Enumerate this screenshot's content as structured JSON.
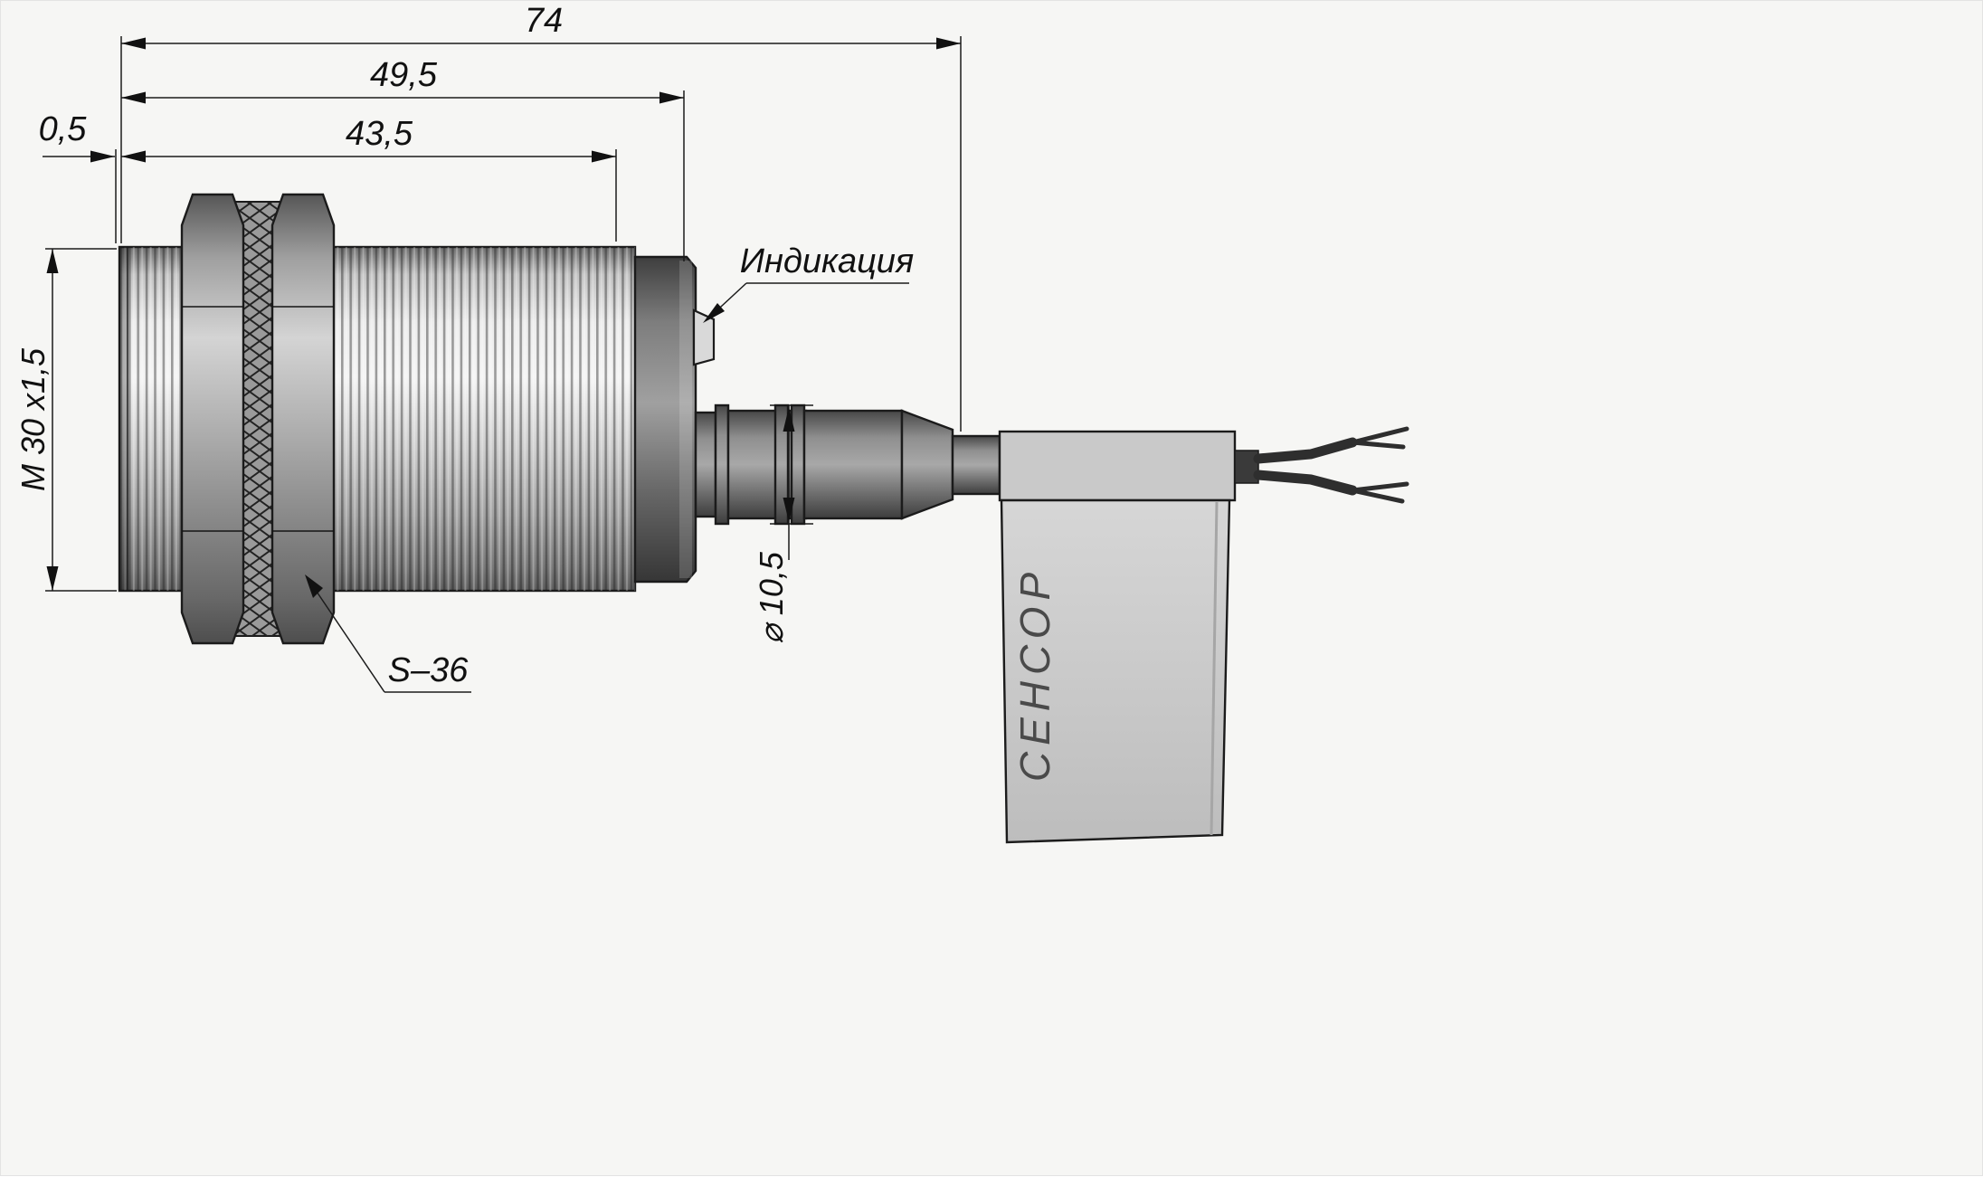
{
  "drawing_type": "sensor-dimension-drawing",
  "dimensions": {
    "overall_length": "74",
    "body_with_cap_length": "49,5",
    "threaded_length": "43,5",
    "face_offset": "0,5",
    "thread_spec": "M 30 x1,5",
    "connector_diameter": "⌀ 10,5",
    "wrench_size": "S–36"
  },
  "labels": {
    "indicator": "Индикация",
    "brand_tag": "СЕНСОР"
  },
  "colors": {
    "line": "#1b1b1b",
    "metal_light": "#f0f0f0",
    "metal_dark": "#5a5a5a",
    "tag_gray": "#cacaca"
  }
}
